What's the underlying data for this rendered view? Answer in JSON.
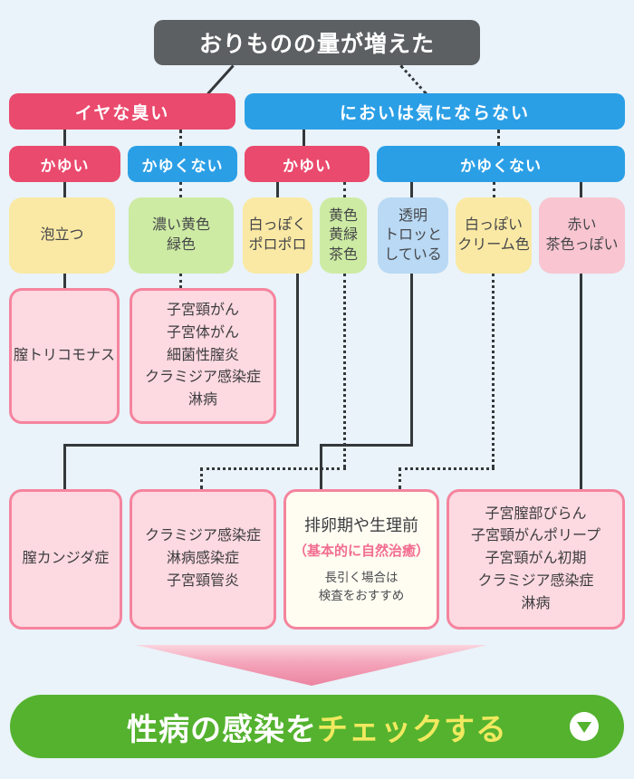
{
  "root": {
    "label": "おりものの量が増えた"
  },
  "level1": [
    {
      "label": "イヤな臭い"
    },
    {
      "label": "においは気にならない"
    }
  ],
  "level2": [
    {
      "label": "かゆい"
    },
    {
      "label": "かゆくない"
    },
    {
      "label": "かゆい"
    },
    {
      "label": "かゆくない"
    }
  ],
  "symptoms": [
    {
      "lines": [
        "泡立つ"
      ],
      "color": "#fae9a4"
    },
    {
      "lines": [
        "濃い黄色",
        "緑色"
      ],
      "color": "#cdeba3"
    },
    {
      "lines": [
        "白っぽく",
        "ポロポロ"
      ],
      "color": "#fae9a4"
    },
    {
      "lines": [
        "黄色",
        "黄緑",
        "茶色"
      ],
      "color": "#cdeba3"
    },
    {
      "lines": [
        "透明",
        "トロッと",
        "している"
      ],
      "color": "#b9d9f4"
    },
    {
      "lines": [
        "白っぽい",
        "クリーム色"
      ],
      "color": "#fae9a4"
    },
    {
      "lines": [
        "赤い",
        "茶色っぽい"
      ],
      "color": "#f8c5d1"
    }
  ],
  "diagnoses_mid": [
    {
      "lines": [
        "膣トリコモナス"
      ]
    },
    {
      "lines": [
        "子宮頸がん",
        "子宮体がん",
        "細菌性膣炎",
        "クラミジア感染症",
        "淋病"
      ]
    }
  ],
  "diagnoses_bottom": [
    {
      "lines": [
        "膣カンジダ症"
      ]
    },
    {
      "lines": [
        "クラミジア感染症",
        "淋病感染症",
        "子宮頸管炎"
      ]
    },
    {
      "title": "排卵期や生理前",
      "subtitle": "（基本的に自然治癒）",
      "note_lines": [
        "長引く場合は",
        "検査をおすすめ"
      ]
    },
    {
      "lines": [
        "子宮膣部びらん",
        "子宮頸がんポリープ",
        "子宮頸がん初期",
        "クラミジア感染症",
        "淋病"
      ]
    }
  ],
  "cta": {
    "text_white": "性病の感染を",
    "text_yellow": "チェックする",
    "icon": "circle-down-arrow-icon"
  },
  "colors": {
    "background": "#e9f3f9",
    "root_box": "#5c6063",
    "branch_pink": "#ea4a6d",
    "branch_blue": "#2b9fe6",
    "symptom_yellow": "#fae9a4",
    "symptom_green": "#cdeba3",
    "symptom_lightblue": "#b9d9f4",
    "symptom_lightpink": "#f8c5d1",
    "diagnosis_fill": "#fdd9e1",
    "diagnosis_border": "#f5849e",
    "ovulation_fill": "#fffdf2",
    "ovulation_accent": "#f26d90",
    "connector": "#34383b",
    "arrow_gradient_top": "#fbd4de",
    "arrow_gradient_bottom": "#ec84a1",
    "cta_green": "#54b22e",
    "cta_yellow_text": "#f0e95f"
  }
}
